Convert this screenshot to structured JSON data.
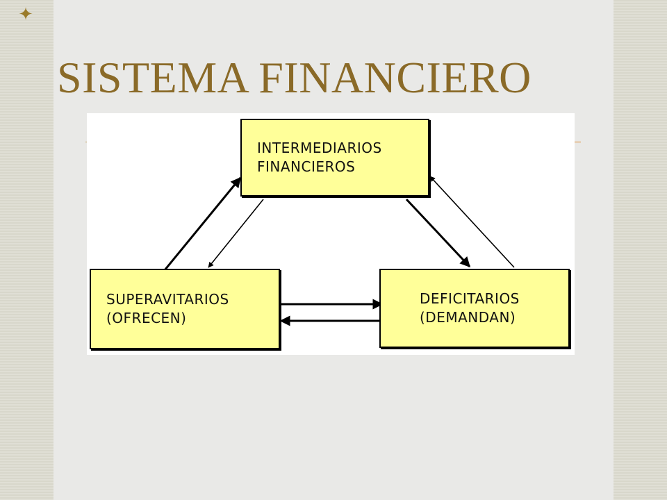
{
  "slide": {
    "title": "SISTEMA FINANCIERO",
    "colors": {
      "title": "#8a6a28",
      "box_fill": "#ffff99",
      "side_band": "#dcdbcf"
    },
    "bullet_icon": "four-point-star-icon"
  },
  "diagram": {
    "top_box": {
      "line1": "INTERMEDIARIOS",
      "line2": "FINANCIEROS"
    },
    "left_box": {
      "line1": "SUPERAVITARIOS",
      "line2": "(OFRECEN)"
    },
    "right_box": {
      "line1": "DEFICITARIOS",
      "line2": "(DEMANDAN)"
    }
  }
}
